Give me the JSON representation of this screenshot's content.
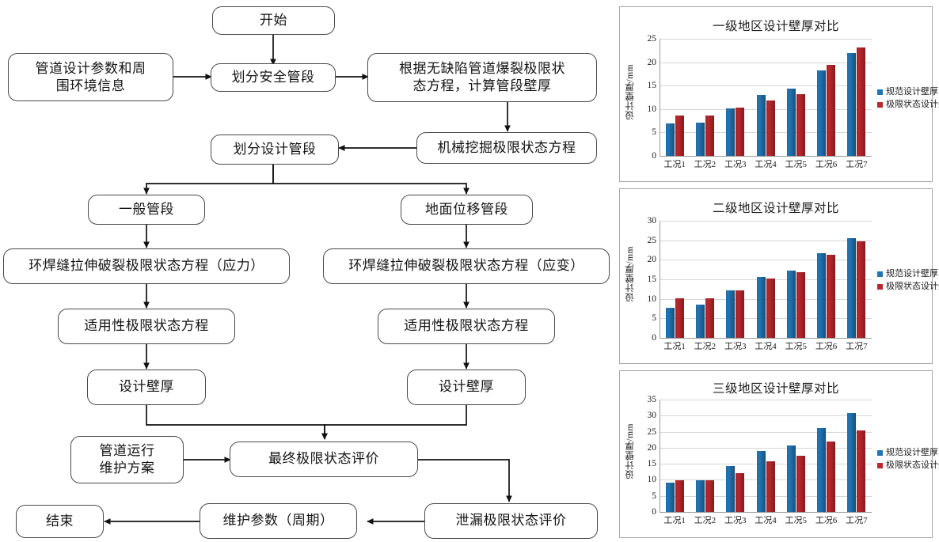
{
  "flowchart": {
    "nodes": [
      {
        "id": "start",
        "label": "开始"
      },
      {
        "id": "params",
        "label": "管道设计参数和周\n围环境信息"
      },
      {
        "id": "safe_seg",
        "label": "划分安全管段"
      },
      {
        "id": "burst",
        "label": "根据无缺陷管道爆裂极限状\n态方程，计算管段壁厚"
      },
      {
        "id": "design_seg",
        "label": "划分设计管段"
      },
      {
        "id": "excavation",
        "label": "机械挖掘极限状态方程"
      },
      {
        "id": "general_seg",
        "label": "一般管段"
      },
      {
        "id": "ground_seg",
        "label": "地面位移管段"
      },
      {
        "id": "weld_stress",
        "label": "环焊缝拉伸破裂极限状态方程（应力）"
      },
      {
        "id": "weld_strain",
        "label": "环焊缝拉伸破裂极限状态方程（应变）"
      },
      {
        "id": "serv_left",
        "label": "适用性极限状态方程"
      },
      {
        "id": "serv_right",
        "label": "适用性极限状态方程"
      },
      {
        "id": "thick_left",
        "label": "设计壁厚"
      },
      {
        "id": "thick_right",
        "label": "设计壁厚"
      },
      {
        "id": "maint_plan",
        "label": "管道运行\n维护方案"
      },
      {
        "id": "final_eval",
        "label": "最终极限状态评价"
      },
      {
        "id": "leak_eval",
        "label": "泄漏极限状态评价"
      },
      {
        "id": "maint_param",
        "label": "维护参数（周期）"
      },
      {
        "id": "end",
        "label": "结束"
      }
    ]
  },
  "chart_data": [
    {
      "type": "bar",
      "title": "一级地区设计壁厚对比",
      "xlabel": "",
      "ylabel": "设计壁厚/mm",
      "categories": [
        "工况1",
        "工况2",
        "工况3",
        "工况4",
        "工况5",
        "工况6",
        "工况7"
      ],
      "series": [
        {
          "name": "规范设计壁厚",
          "color": "#2275b4",
          "values": [
            7.0,
            7.1,
            10.2,
            13.0,
            14.4,
            18.2,
            21.9
          ]
        },
        {
          "name": "极限状态设计壁厚",
          "color": "#b8282d",
          "values": [
            8.6,
            8.6,
            10.3,
            11.8,
            13.1,
            19.4,
            23.1
          ]
        }
      ],
      "ylim": [
        0,
        25
      ],
      "yticks": [
        0,
        5,
        10,
        15,
        20,
        25
      ],
      "grid": true,
      "legend_position": "right"
    },
    {
      "type": "bar",
      "title": "二级地区设计壁厚对比",
      "xlabel": "",
      "ylabel": "设计壁厚/mm",
      "categories": [
        "工况1",
        "工况2",
        "工况3",
        "工况4",
        "工况5",
        "工况6",
        "工况7"
      ],
      "series": [
        {
          "name": "规范设计壁厚",
          "color": "#2275b4",
          "values": [
            7.8,
            8.6,
            12.2,
            15.7,
            17.3,
            21.7,
            25.5
          ]
        },
        {
          "name": "极限状态设计壁厚",
          "color": "#b8282d",
          "values": [
            10.2,
            10.2,
            12.2,
            15.3,
            16.9,
            21.3,
            24.8
          ]
        }
      ],
      "ylim": [
        0,
        30
      ],
      "yticks": [
        0,
        5,
        10,
        15,
        20,
        25,
        30
      ],
      "grid": true,
      "legend_position": "right"
    },
    {
      "type": "bar",
      "title": "三级地区设计壁厚对比",
      "xlabel": "",
      "ylabel": "设计壁厚/mm",
      "categories": [
        "工况1",
        "工况2",
        "工况3",
        "工况4",
        "工况5",
        "工况6",
        "工况7"
      ],
      "series": [
        {
          "name": "规范设计壁厚",
          "color": "#2275b4",
          "values": [
            9.2,
            9.9,
            14.4,
            19.0,
            20.8,
            26.2,
            30.8
          ]
        },
        {
          "name": "极限状态设计壁厚",
          "color": "#b8282d",
          "values": [
            9.9,
            9.9,
            12.0,
            15.8,
            17.4,
            21.9,
            25.5
          ]
        }
      ],
      "ylim": [
        0,
        35
      ],
      "yticks": [
        0,
        5,
        10,
        15,
        20,
        25,
        30,
        35
      ],
      "grid": true,
      "legend_position": "right"
    }
  ]
}
